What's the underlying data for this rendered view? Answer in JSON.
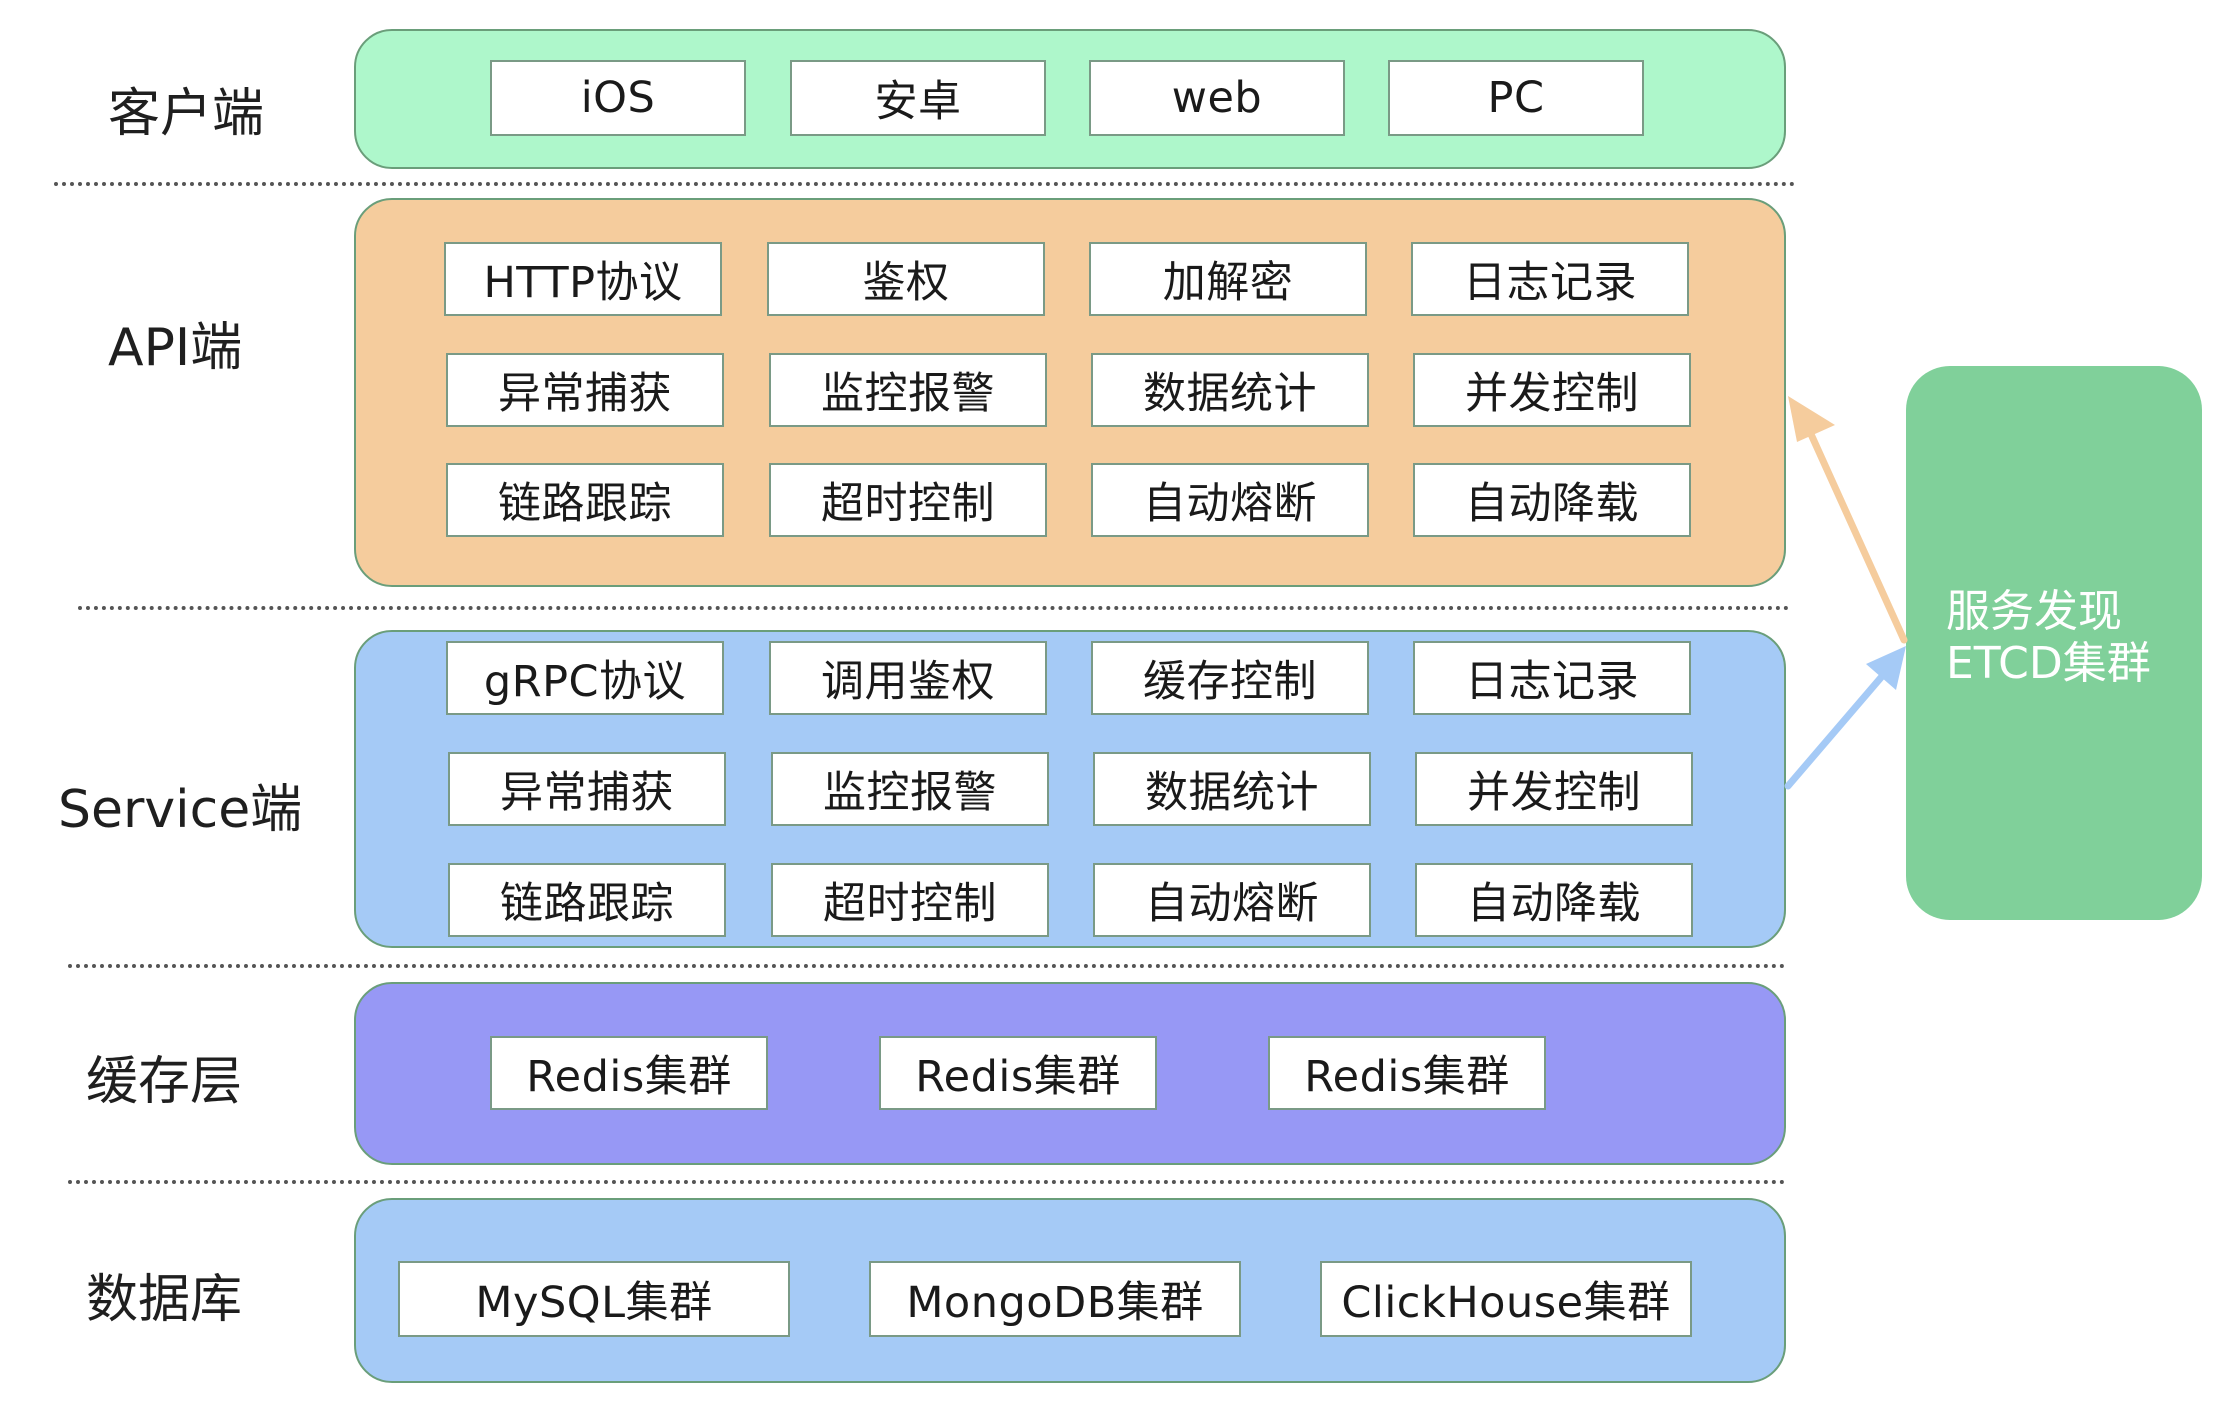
{
  "tiers": [
    {
      "id": "client",
      "label": "客户端",
      "color": "#aef7cb",
      "rows": [
        [
          "iOS",
          "安卓",
          "web",
          "PC"
        ]
      ]
    },
    {
      "id": "api",
      "label": "API端",
      "color": "#f5cc9d",
      "rows": [
        [
          "HTTP协议",
          "鉴权",
          "加解密",
          "日志记录"
        ],
        [
          "异常捕获",
          "监控报警",
          "数据统计",
          "并发控制"
        ],
        [
          "链路跟踪",
          "超时控制",
          "自动熔断",
          "自动降载"
        ]
      ]
    },
    {
      "id": "service",
      "label": "Service端",
      "color": "#a5caf6",
      "rows": [
        [
          "gRPC协议",
          "调用鉴权",
          "缓存控制",
          "日志记录"
        ],
        [
          "异常捕获",
          "监控报警",
          "数据统计",
          "并发控制"
        ],
        [
          "链路跟踪",
          "超时控制",
          "自动熔断",
          "自动降载"
        ]
      ]
    },
    {
      "id": "cache",
      "label": "缓存层",
      "color": "#9798f5",
      "rows": [
        [
          "Redis集群",
          "Redis集群",
          "Redis集群"
        ]
      ]
    },
    {
      "id": "db",
      "label": "数据库",
      "color": "#a5caf6",
      "rows": [
        [
          "MySQL集群",
          "MongoDB集群",
          "ClickHouse集群"
        ]
      ]
    }
  ],
  "discovery": {
    "line1": "服务发现",
    "line2": "ETCD集群",
    "color": "#80d09a"
  },
  "arrows": {
    "api_color": "#f5cc9d",
    "service_color": "#a5caf6"
  }
}
